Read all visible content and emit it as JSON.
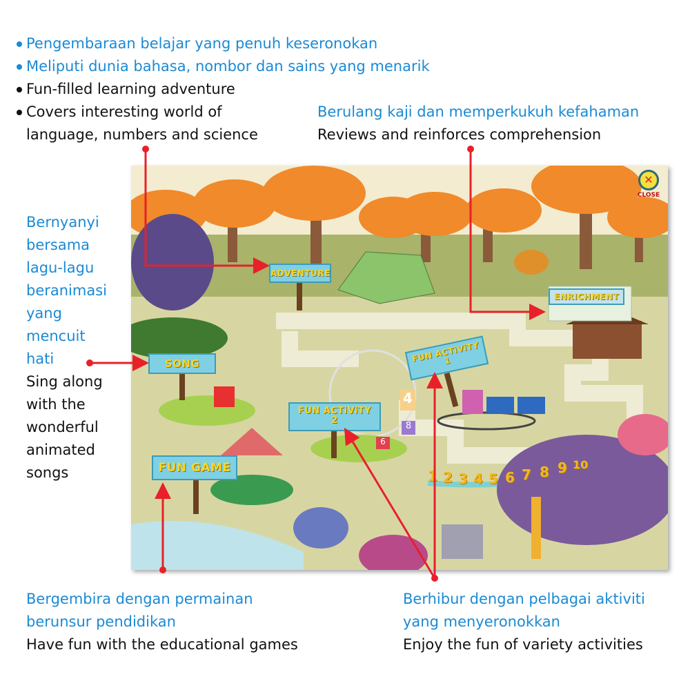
{
  "intro": {
    "bullets": [
      {
        "text": "Pengembaraan belajar yang penuh keseronokan",
        "lang": "ms"
      },
      {
        "text": "Meliputi dunia bahasa, nombor dan sains yang menarik",
        "lang": "ms"
      },
      {
        "text": "Fun-filled learning adventure",
        "lang": "en"
      },
      {
        "text": "Covers interesting world of",
        "lang": "en"
      }
    ],
    "continuation": "language, numbers and science"
  },
  "enrichment_note": {
    "ms": "Berulang kaji dan memperkukuh kefahaman",
    "en": "Reviews and reinforces comprehension"
  },
  "song_note": {
    "ms": [
      "Bernyanyi",
      "bersama",
      "lagu-lagu",
      "beranimasi",
      "yang",
      "mencuit",
      "hati"
    ],
    "en": [
      "Sing along",
      "with the",
      "wonderful",
      "animated",
      "songs"
    ]
  },
  "game_note": {
    "ms": [
      "Bergembira dengan permainan",
      "berunsur pendidikan"
    ],
    "en": "Have fun with the educational games"
  },
  "activity_note": {
    "ms": [
      "Berhibur dengan pelbagai aktiviti",
      "yang menyeronokkan"
    ],
    "en": "Enjoy the fun of variety activities"
  },
  "game": {
    "close_label": "CLOSE",
    "signs": {
      "adventure": "ADVENTURE",
      "enrichment": "ENRICHMENT",
      "song": "SONG",
      "fun_activity_1": [
        "FUN ACTiViTY",
        "1"
      ],
      "fun_activity_2": [
        "FUN ACTiViTY",
        "2"
      ],
      "fun_game": "FUN GAME"
    },
    "numbers": [
      "1",
      "2",
      "3",
      "4",
      "5",
      "6",
      "7",
      "8",
      "9",
      "10"
    ],
    "flags": [
      "4",
      "8",
      "6"
    ]
  },
  "colors": {
    "blue_text": "#1a8ad4",
    "arrow": "#e8202a",
    "sign": "#7fd0e3",
    "sign_text": "#f5d62a"
  }
}
